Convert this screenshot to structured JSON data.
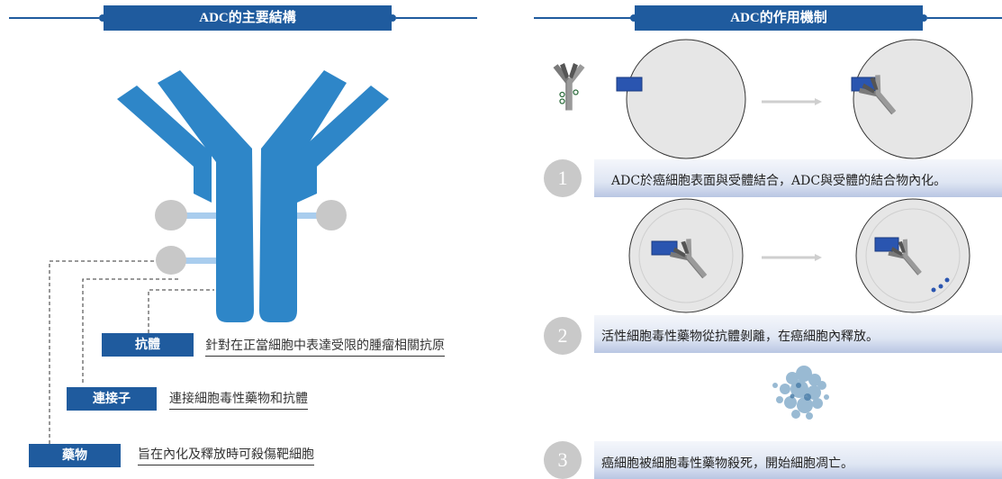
{
  "left_panel": {
    "title": "ADC的主要結構",
    "labels": [
      {
        "name": "抗體",
        "desc": "針對在正當細胞中表達受限的腫瘤相關抗原"
      },
      {
        "name": "連接子",
        "desc": "連接細胞毒性藥物和抗體"
      },
      {
        "name": "藥物",
        "desc": "旨在內化及釋放時可殺傷靶細胞"
      }
    ]
  },
  "right_panel": {
    "title": "ADC的作用機制",
    "steps": [
      {
        "num": "1",
        "text": "ADC於癌細胞表面與受體結合，ADC與受體的結合物內化。"
      },
      {
        "num": "2",
        "text": "活性細胞毒性藥物從抗體剝離，在癌細胞內釋放。"
      },
      {
        "num": "3",
        "text": "癌細胞被細胞毒性藥物殺死，開始細胞凋亡。"
      }
    ]
  },
  "colors": {
    "primary_blue": "#1f5b9e",
    "antibody_blue": "#2e86c8",
    "linker_light_blue": "#a9cdee",
    "drug_gray": "#c8c8c8",
    "cell_gray": "#e6e6e6"
  }
}
